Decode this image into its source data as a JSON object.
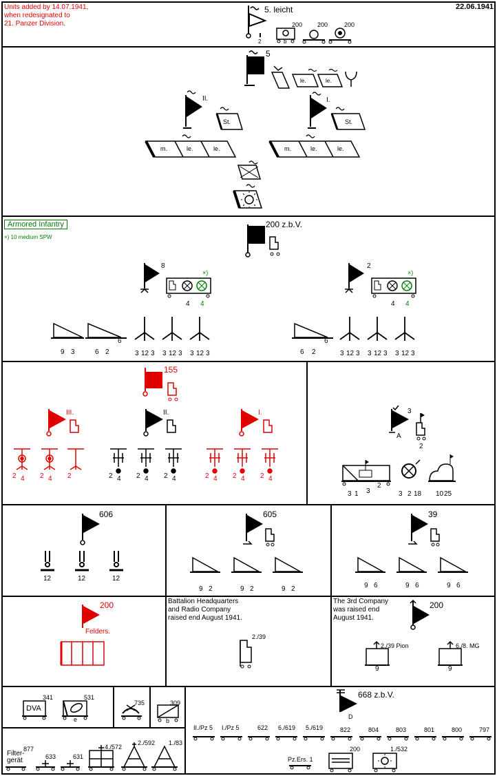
{
  "header": {
    "note": "Units added by 14.07.1941,\nwhen redesignated to\n21. Panzer Division.",
    "date": "22.06.1941",
    "division": "5. leicht",
    "hq_numbers": [
      "2",
      "200",
      "200",
      "200"
    ],
    "hq_vehicle_b": "b"
  },
  "panzer": {
    "regiment": "5",
    "bn2": "II.",
    "bn1": "I.",
    "staff": "St.",
    "company_le": "le.",
    "company_m": "m."
  },
  "infantry": {
    "label": "Armored Infantry",
    "spw_note": "×) 10 medium SPW",
    "regiment": "200 z.b.V.",
    "bn_left": "8",
    "bn_right": "2",
    "x_mark": "×)",
    "bn_counts": [
      "4",
      "4"
    ],
    "left_weapons": [
      "9",
      "3",
      "6",
      "2",
      "6"
    ],
    "left_cos": [
      "3",
      "12",
      "3"
    ],
    "right_weapons": [
      "6",
      "2",
      "6"
    ]
  },
  "artillery": {
    "regiment": "155",
    "bn3": "III.",
    "bn2": "II.",
    "bn1": "I.",
    "battery_nums": [
      "2",
      "4"
    ]
  },
  "recon": {
    "unit": "3",
    "sub": "A",
    "hq2": "2",
    "nums_a": [
      "3",
      "1",
      "3",
      "2"
    ],
    "nums_b": [
      "3",
      "2",
      "18"
    ],
    "nums_c": [
      "10",
      "25"
    ]
  },
  "row4": {
    "a_unit": "606",
    "a_nums": [
      "12",
      "12",
      "12"
    ],
    "b_unit": "605",
    "b_nums": [
      "9",
      "2"
    ],
    "c_unit": "39",
    "c_nums": [
      "9",
      "6"
    ]
  },
  "row5": {
    "felders_unit": "200",
    "felders_label": "Felders.",
    "mid_note": "Battalion Headquarters\nand Radio Company\nraised end August 1941.",
    "mid_unit": "2./39",
    "right_note": "The 3rd Company\nwas raised end\nAugust 1941.",
    "right_unit": "200",
    "pion_label": "2./39 Pion",
    "mg_label": "6./8. MG",
    "pion_num": "9",
    "mg_num": "9"
  },
  "row6": {
    "dva_label": "DVA",
    "dva_num": "341",
    "e_num": "531",
    "e_label": "e",
    "n735": "735",
    "n309": "309",
    "b_label": "b",
    "filter_label": "Filter-\ngerät",
    "n877": "877",
    "n633": "633",
    "n631": "631",
    "n4_572": "4./572",
    "n2_592": "2./592",
    "n1_83": "1./83",
    "supply_hq": "668 z.b.V.",
    "supply_sub": "D",
    "columns": [
      "II./Pz 5",
      "I./Pz 5",
      "622",
      "6./619",
      "5./619",
      "822",
      "804",
      "803",
      "801",
      "800",
      "797"
    ],
    "pz_ers": "Pz.Ers. 1",
    "n200": "200",
    "n1_532": "1./532"
  },
  "colors": {
    "red": "#e00000",
    "green": "#008000",
    "black": "#000000"
  }
}
